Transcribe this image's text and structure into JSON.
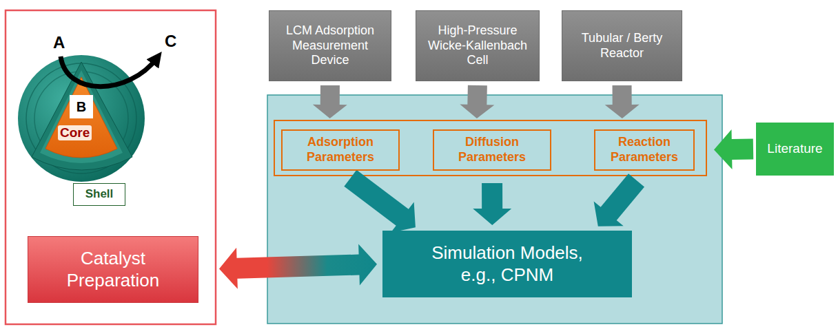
{
  "diagram": {
    "nodes": [
      {
        "text": [
          "B"
        ]
      },
      {
        "text": [
          "Shell"
        ]
      },
      {
        "text": [
          "LCM Adsorption Measurement Device"
        ]
      },
      {
        "text": [
          "High-Pressure Wicke-Kallenbach Cell"
        ]
      },
      {
        "text": [
          "Tubular / Berty Reactor"
        ]
      },
      {
        "text": [
          "Adsorption Parameters"
        ]
      },
      {
        "text": [
          "Diffusion Parameters"
        ]
      },
      {
        "text": [
          "Reaction Parameters"
        ]
      },
      {
        "text": [
          "Literature"
        ]
      },
      {
        "text": [
          "Catalyst Preparation"
        ]
      },
      {
        "text": [
          "Simulation Models, e.g., CPNM"
        ]
      }
    ],
    "edges": [
      {
        "from": 2,
        "to": 5,
        "arrow": "to"
      },
      {
        "from": 3,
        "to": 6,
        "arrow": "to"
      },
      {
        "from": 4,
        "to": 7,
        "arrow": "to"
      },
      {
        "from": 8,
        "to": 7,
        "arrow": "to"
      },
      {
        "from": 5,
        "to": 10,
        "arrow": "to"
      },
      {
        "from": 6,
        "to": 10,
        "arrow": "to"
      },
      {
        "from": 7,
        "to": 10,
        "arrow": "to"
      },
      {
        "from": 9,
        "to": 10,
        "arrow": "both"
      }
    ],
    "labels": [
      "A",
      "C",
      "Core"
    ]
  }
}
